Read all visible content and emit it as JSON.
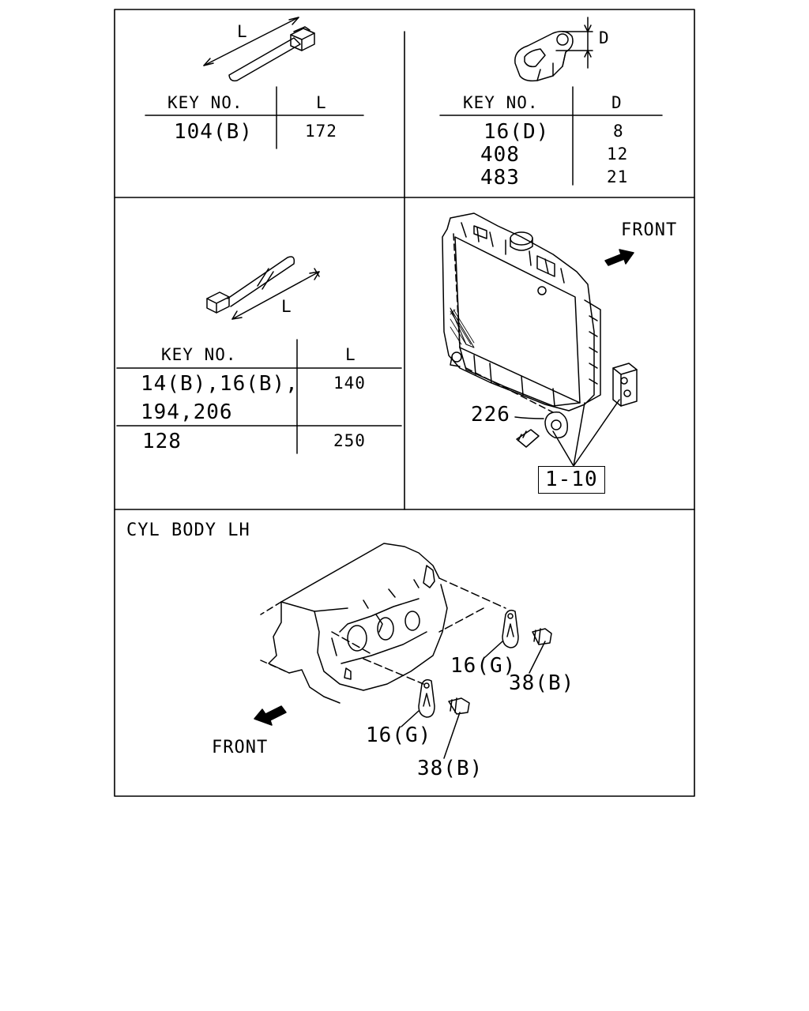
{
  "panel_top_left": {
    "dim_label": "L",
    "table": {
      "col_key": "KEY NO.",
      "col_value": "L",
      "rows": [
        {
          "key": "104(B)",
          "value": "172"
        }
      ]
    }
  },
  "panel_top_right": {
    "dim_label": "D",
    "table": {
      "col_key": "KEY NO.",
      "col_value": "D",
      "rows": [
        {
          "key": "16(D)",
          "value": "8"
        },
        {
          "key": "408",
          "value": "12"
        },
        {
          "key": "483",
          "value": "21"
        }
      ]
    }
  },
  "panel_mid_left": {
    "dim_label": "L",
    "table": {
      "col_key": "KEY NO.",
      "col_value": "L",
      "rows": [
        {
          "key_line1": "14(B),16(B),",
          "key_line2": "194,206",
          "value": "140"
        },
        {
          "key": "128",
          "value": "250"
        }
      ]
    }
  },
  "panel_mid_right": {
    "front_label": "FRONT",
    "callout_226": "226",
    "ref_box": "1-10"
  },
  "panel_bottom": {
    "title": "CYL BODY LH",
    "front_label": "FRONT",
    "callouts": {
      "clip_upper": "16(G)",
      "bolt_upper": "38(B)",
      "clip_lower": "16(G)",
      "bolt_lower": "38(B)"
    }
  }
}
